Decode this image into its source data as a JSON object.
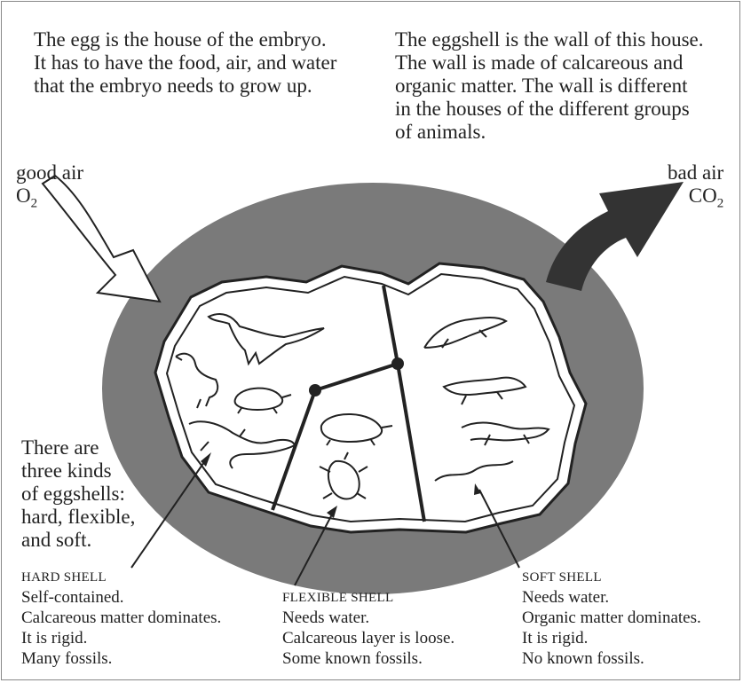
{
  "intro_left": [
    "The egg is the house of the embryo.",
    "It has to have the food, air, and water",
    "that the embryo needs to grow up."
  ],
  "intro_right": [
    "The eggshell is the wall of this house.",
    "The wall is made of calcareous and",
    "organic matter. The wall is different",
    "in the houses of the different groups",
    "of animals."
  ],
  "good_air": {
    "label": "good air",
    "formula": "O",
    "sub": "2"
  },
  "bad_air": {
    "label": "bad air",
    "formula": "CO",
    "sub": "2"
  },
  "kinds_text": [
    "There are",
    "three kinds",
    "of eggshells:",
    "hard, flexible,",
    "and soft."
  ],
  "hard_shell": {
    "title": "HARD SHELL",
    "lines": [
      "Self-contained.",
      "Calcareous matter dominates.",
      "It is rigid.",
      "Many fossils."
    ]
  },
  "flexible_shell": {
    "title": "FLEXIBLE SHELL",
    "lines": [
      "Needs water.",
      "Calcareous layer is loose.",
      "Some known fossils."
    ]
  },
  "soft_shell": {
    "title": "SOFT SHELL",
    "lines": [
      "Needs water.",
      "Organic matter dominates.",
      "It is rigid.",
      "No known fossils."
    ]
  },
  "colors": {
    "egg": "#7a7a7a",
    "dark_arrow": "#333333",
    "line": "#222222"
  }
}
